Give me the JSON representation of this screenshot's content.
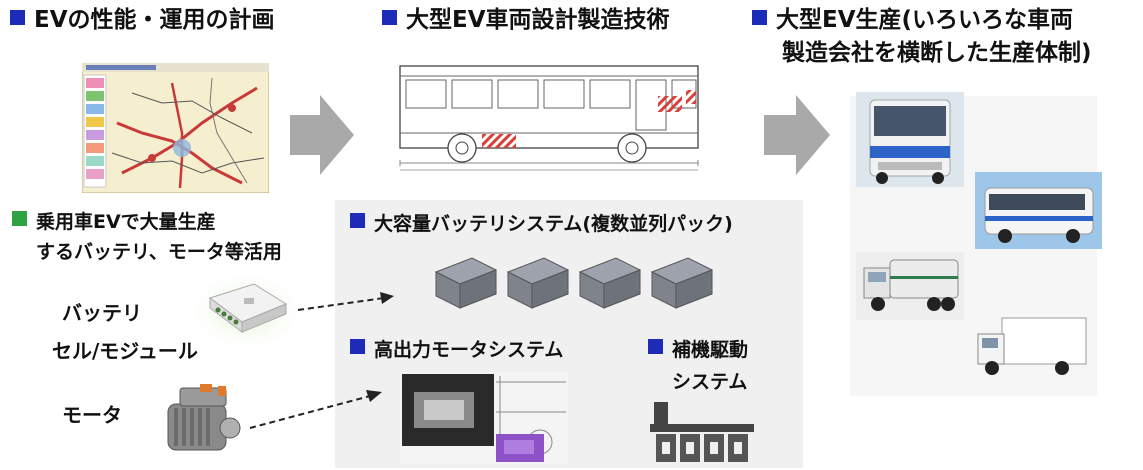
{
  "headings": {
    "plan": "EVの性能・運用の計画",
    "design": "大型EV車両設計製造技術",
    "production_line1": "大型EV生産(いろいろな車両",
    "production_line2": "製造会社を横断した生産体制)"
  },
  "passenger_ev": {
    "line1": "乗用車EVで大量生産",
    "line2": "するバッテリ、モータ等活用"
  },
  "components": {
    "battery_line1": "バッテリ",
    "battery_line2": "セル/モジュール",
    "motor": "モータ"
  },
  "systems": {
    "battery_system": "大容量バッテリシステム(複数並列パック)",
    "motor_system": "高出力モータシステム",
    "aux_line1": "補機駆動",
    "aux_line2": "システム"
  },
  "colors": {
    "marker_blue": "#1c2bb8",
    "marker_green": "#2fa344",
    "arrow_gray": "#a9a9a9",
    "panel_gray": "#f0f0f0",
    "hatch_red": "#d9403a"
  }
}
